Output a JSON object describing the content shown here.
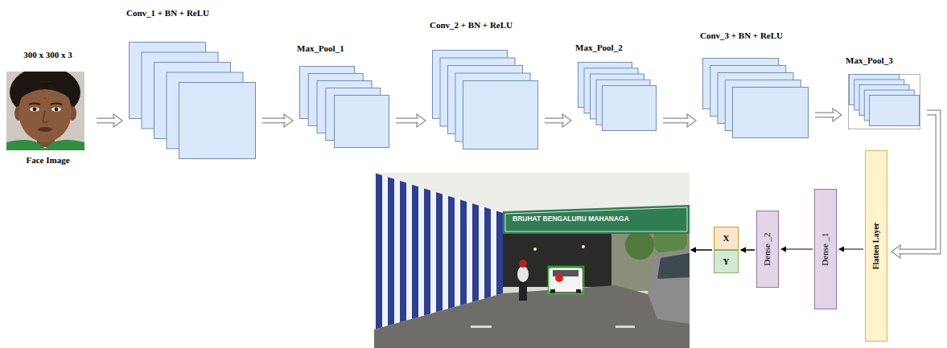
{
  "diagram": {
    "nodes": [
      {
        "text": [
          "300 x 300 x 3",
          "Face Image"
        ]
      },
      {
        "text": [
          "Conv_1 + BN + ReLU"
        ]
      },
      {
        "text": [
          "Max_Pool_1"
        ]
      },
      {
        "text": [
          "Conv_2 + BN + ReLU"
        ]
      },
      {
        "text": [
          "Max_Pool_2"
        ]
      },
      {
        "text": [
          "Conv_3 + BN + ReLU"
        ]
      },
      {
        "text": [
          "Max_Pool_3"
        ]
      },
      {
        "text": [
          "Flatten Layer"
        ]
      },
      {
        "text": [
          "Dense _1"
        ]
      },
      {
        "text": [
          "Dense _2"
        ]
      },
      {
        "text": [
          "X"
        ]
      },
      {
        "text": [
          "Y"
        ]
      },
      {
        "text": [
          "BRUHAT BENGALURU MAHANAGA"
        ]
      }
    ],
    "edges": [
      {
        "from": 0,
        "to": 1,
        "arrow": "to"
      },
      {
        "from": 1,
        "to": 2,
        "arrow": "to"
      },
      {
        "from": 2,
        "to": 3,
        "arrow": "to"
      },
      {
        "from": 3,
        "to": 4,
        "arrow": "to"
      },
      {
        "from": 4,
        "to": 5,
        "arrow": "to"
      },
      {
        "from": 5,
        "to": 6,
        "arrow": "to"
      },
      {
        "from": 6,
        "to": 7,
        "arrow": "to"
      },
      {
        "from": 7,
        "to": 8,
        "arrow": "to"
      },
      {
        "from": 8,
        "to": 9,
        "arrow": "to"
      },
      {
        "from": 9,
        "to": 10,
        "arrow": "to"
      },
      {
        "from": 9,
        "to": 11,
        "arrow": "to"
      },
      {
        "from": 10,
        "to": 12,
        "arrow": "to"
      },
      {
        "from": 11,
        "to": 12,
        "arrow": "to"
      }
    ]
  }
}
